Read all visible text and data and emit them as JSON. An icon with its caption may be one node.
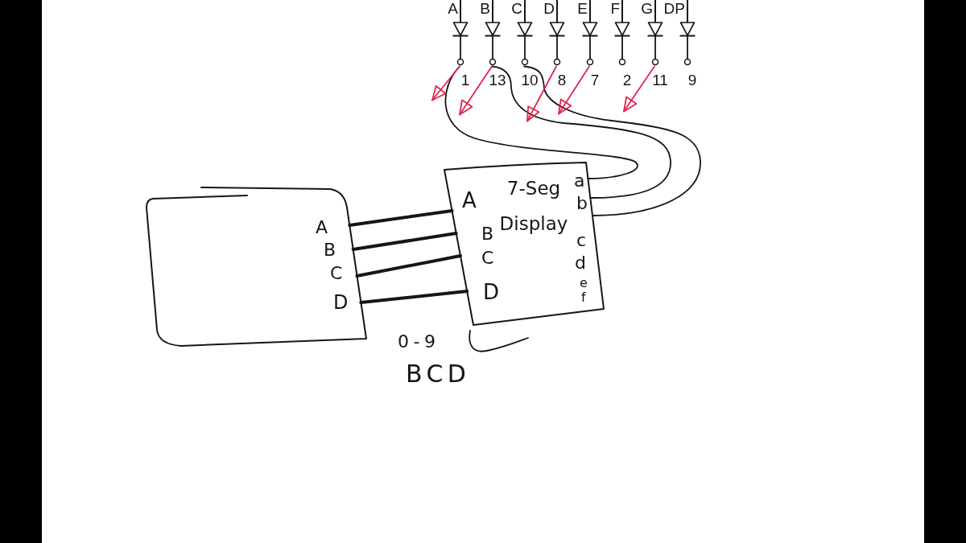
{
  "diagram": {
    "nodes": [
      {
        "text": [
          "A"
        ],
        "beside": [
          "1"
        ]
      },
      {
        "text": [
          "B"
        ],
        "beside": [
          "13"
        ]
      },
      {
        "text": [
          "C"
        ],
        "beside": [
          "10"
        ]
      },
      {
        "text": [
          "D"
        ],
        "beside": [
          "8"
        ]
      },
      {
        "text": [
          "E"
        ],
        "beside": [
          "7"
        ]
      },
      {
        "text": [
          "F"
        ],
        "beside": [
          "2"
        ]
      },
      {
        "text": [
          "G"
        ],
        "beside": [
          "11"
        ]
      },
      {
        "text": [
          "DP"
        ],
        "beside": [
          "9"
        ]
      },
      {
        "text": [
          "A",
          "B",
          "C",
          "D"
        ]
      },
      {
        "text": [
          "7-Seg Display",
          "A",
          "B",
          "C",
          "D",
          "a",
          "b",
          "c",
          "d",
          "e",
          "f"
        ]
      }
    ],
    "edges": [
      {
        "from": 9,
        "to": 0,
        "arrow": "none"
      },
      {
        "from": 9,
        "to": 1,
        "arrow": "none"
      },
      {
        "from": 9,
        "to": 2,
        "arrow": "none"
      },
      {
        "from": 8,
        "to": 9,
        "arrow": "none",
        "style": "thick"
      },
      {
        "from": 8,
        "to": 9,
        "arrow": "none",
        "style": "thick"
      },
      {
        "from": 8,
        "to": 9,
        "arrow": "none",
        "style": "thick"
      },
      {
        "from": 8,
        "to": 9,
        "arrow": "none",
        "style": "thick"
      },
      {
        "from": 0,
        "to": null,
        "arrow": "to",
        "color": "#e0264f"
      },
      {
        "from": 1,
        "to": null,
        "arrow": "to",
        "color": "#e0264f"
      },
      {
        "from": 3,
        "to": null,
        "arrow": "to",
        "color": "#e0264f"
      },
      {
        "from": 4,
        "to": null,
        "arrow": "to",
        "color": "#e0264f"
      },
      {
        "from": 6,
        "to": null,
        "arrow": "to",
        "color": "#e0264f"
      }
    ],
    "labels": [
      "0-9",
      "BCD"
    ]
  }
}
